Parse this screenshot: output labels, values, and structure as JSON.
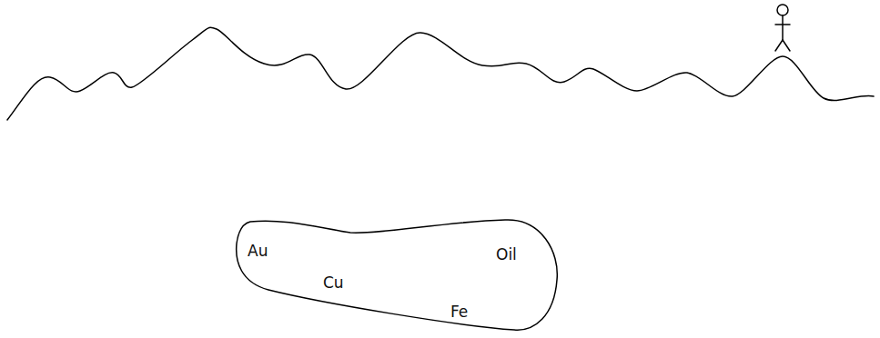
{
  "diagram": {
    "nodes": [
      {
        "text": [
          "Au",
          "Oil",
          "Cu",
          "Fe"
        ]
      }
    ]
  }
}
